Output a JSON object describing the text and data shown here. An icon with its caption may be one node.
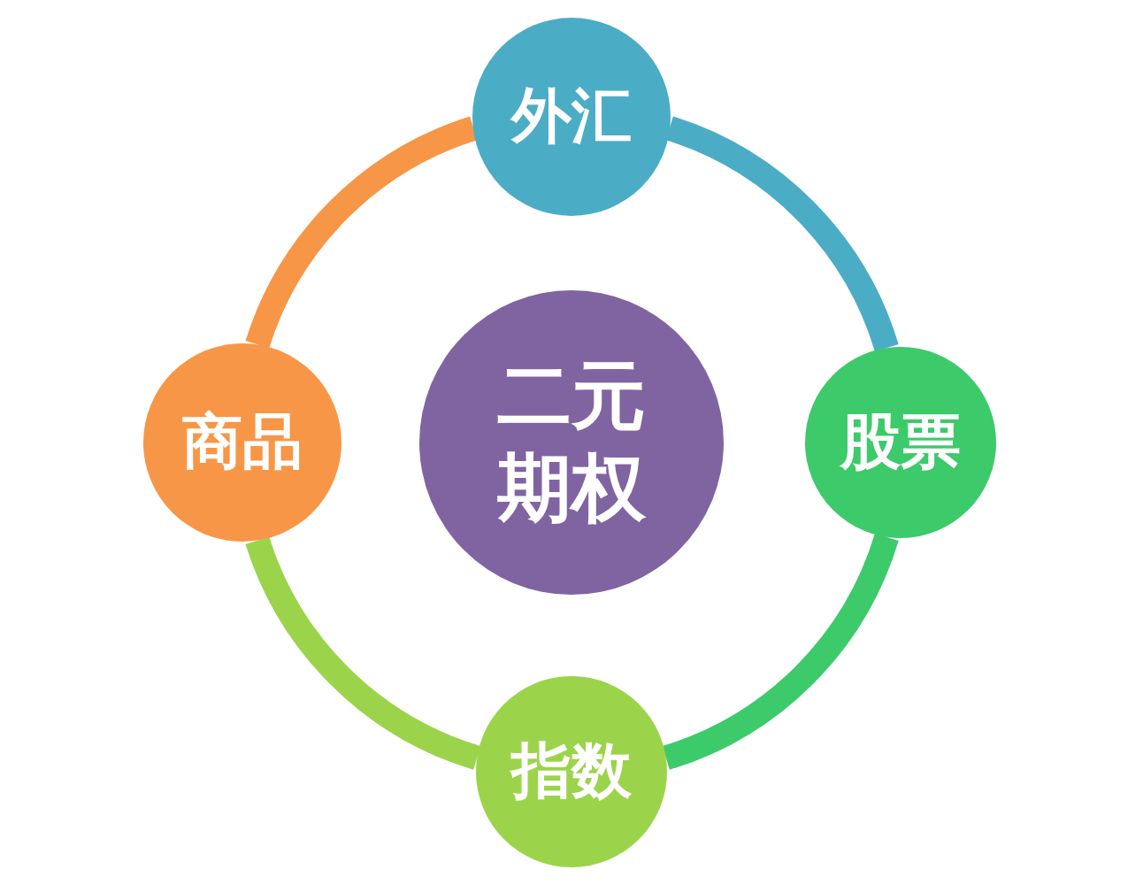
{
  "diagram": {
    "nodes": [
      {
        "text": [
          "二元期权"
        ]
      },
      {
        "text": [
          "外汇"
        ]
      },
      {
        "text": [
          "股票"
        ]
      },
      {
        "text": [
          "指数"
        ]
      },
      {
        "text": [
          "商品"
        ]
      }
    ],
    "edges": [
      {
        "from": 1,
        "to": 2,
        "arrow": "none",
        "color": "#4bacc6"
      },
      {
        "from": 2,
        "to": 3,
        "arrow": "none",
        "color": "#3dca6a"
      },
      {
        "from": 3,
        "to": 4,
        "arrow": "none",
        "color": "#9bd44a"
      },
      {
        "from": 4,
        "to": 1,
        "arrow": "none",
        "color": "#f79646"
      }
    ]
  }
}
